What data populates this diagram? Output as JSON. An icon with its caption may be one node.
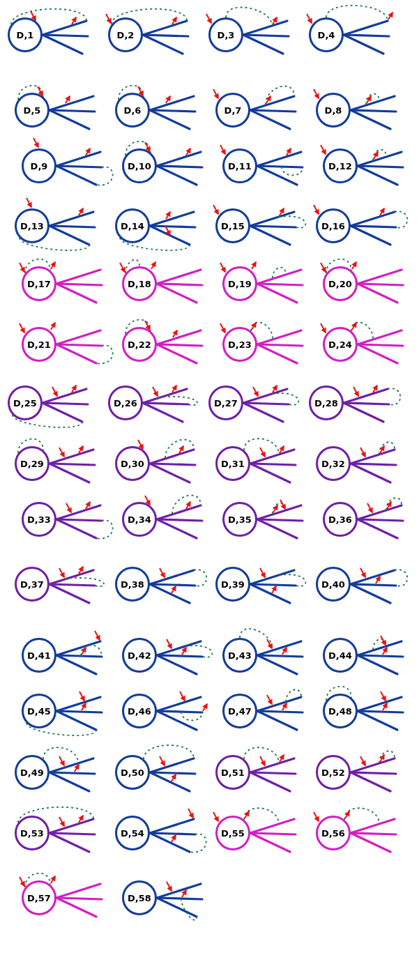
{
  "diagram": {
    "nodes": [
      {
        "text": [
          "D,1"
        ]
      },
      {
        "text": [
          "D,2"
        ]
      },
      {
        "text": [
          "D,3"
        ]
      },
      {
        "text": [
          "D,4"
        ]
      },
      {
        "text": [
          "D,5"
        ]
      },
      {
        "text": [
          "D,6"
        ]
      },
      {
        "text": [
          "D,7"
        ]
      },
      {
        "text": [
          "D,8"
        ]
      },
      {
        "text": [
          "D,9"
        ]
      },
      {
        "text": [
          "D,10"
        ]
      },
      {
        "text": [
          "D,11"
        ]
      },
      {
        "text": [
          "D,12"
        ]
      },
      {
        "text": [
          "D,13"
        ]
      },
      {
        "text": [
          "D,14"
        ]
      },
      {
        "text": [
          "D,15"
        ]
      },
      {
        "text": [
          "D,16"
        ]
      },
      {
        "text": [
          "D,17"
        ]
      },
      {
        "text": [
          "D,18"
        ]
      },
      {
        "text": [
          "D,19"
        ]
      },
      {
        "text": [
          "D,20"
        ]
      },
      {
        "text": [
          "D,21"
        ]
      },
      {
        "text": [
          "D,22"
        ]
      },
      {
        "text": [
          "D,23"
        ]
      },
      {
        "text": [
          "D,24"
        ]
      },
      {
        "text": [
          "D,25"
        ]
      },
      {
        "text": [
          "D,26"
        ]
      },
      {
        "text": [
          "D,27"
        ]
      },
      {
        "text": [
          "D,28"
        ]
      },
      {
        "text": [
          "D,29"
        ]
      },
      {
        "text": [
          "D,30"
        ]
      },
      {
        "text": [
          "D,31"
        ]
      },
      {
        "text": [
          "D,32"
        ]
      },
      {
        "text": [
          "D,33"
        ]
      },
      {
        "text": [
          "D,34"
        ]
      },
      {
        "text": [
          "D,35"
        ]
      },
      {
        "text": [
          "D,36"
        ]
      },
      {
        "text": [
          "D,37"
        ]
      },
      {
        "text": [
          "D,38"
        ]
      },
      {
        "text": [
          "D,39"
        ]
      },
      {
        "text": [
          "D,40"
        ]
      },
      {
        "text": [
          "D,41"
        ]
      },
      {
        "text": [
          "D,42"
        ]
      },
      {
        "text": [
          "D,43"
        ]
      },
      {
        "text": [
          "D,44"
        ]
      },
      {
        "text": [
          "D,45"
        ]
      },
      {
        "text": [
          "D,46"
        ]
      },
      {
        "text": [
          "D,47"
        ]
      },
      {
        "text": [
          "D,48"
        ]
      },
      {
        "text": [
          "D,49"
        ]
      },
      {
        "text": [
          "D,50"
        ]
      },
      {
        "text": [
          "D,51"
        ]
      },
      {
        "text": [
          "D,52"
        ]
      },
      {
        "text": [
          "D,53"
        ]
      },
      {
        "text": [
          "D,54"
        ]
      },
      {
        "text": [
          "D,55"
        ]
      },
      {
        "text": [
          "D,56"
        ]
      },
      {
        "text": [
          "D,57"
        ]
      },
      {
        "text": [
          "D,58"
        ]
      }
    ]
  }
}
